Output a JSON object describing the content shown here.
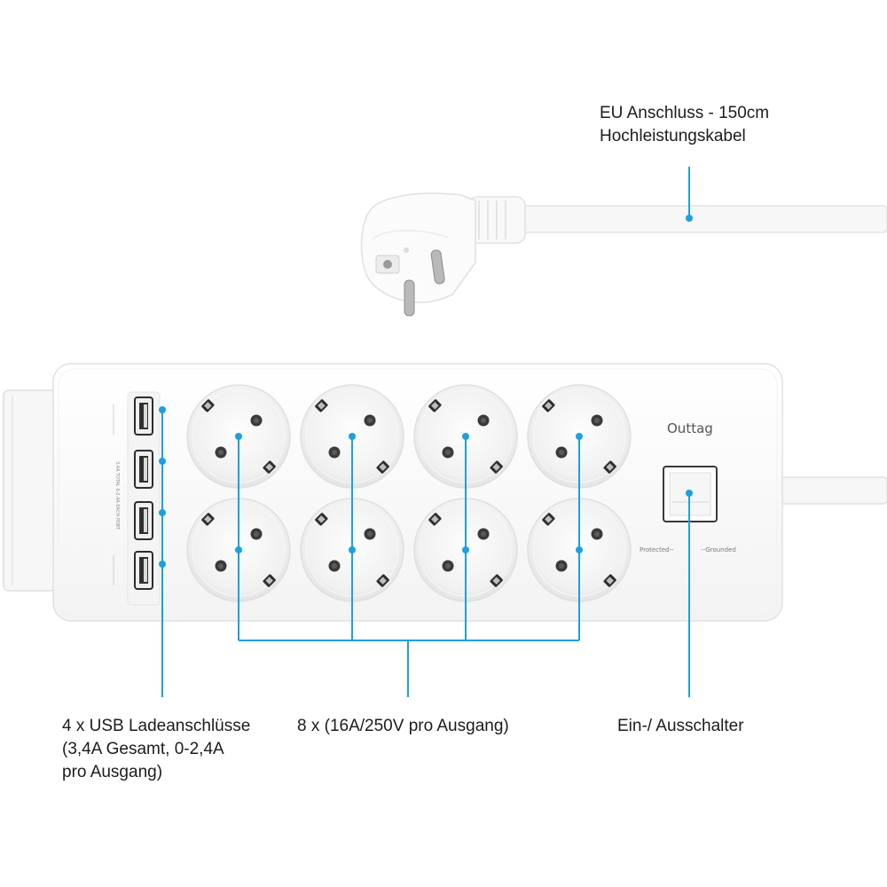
{
  "callouts": {
    "cable": {
      "line1": "EU Anschluss - 150cm",
      "line2": "Hochleistungskabel"
    },
    "usb": {
      "line1": "4 x USB Ladeanschlüsse",
      "line2": "(3,4A Gesamt, 0-2,4A",
      "line3": "pro Ausgang)"
    },
    "outlets": {
      "line1": "8 x (16A/250V pro Ausgang)"
    },
    "switch": {
      "line1": "Ein-/ Ausschalter"
    }
  },
  "device": {
    "brand": "Outtag",
    "protected_label": "Protected--",
    "grounded_label": "--Grounded",
    "usb_side_text": "3.4A TOTAL  0-2.4A EACH PORT",
    "usb_port_count": 4,
    "outlet_count": 8
  },
  "colors": {
    "callout_line": "#1ba1e2",
    "device_body": "#fafafa",
    "outline": "#e2e2e2"
  }
}
